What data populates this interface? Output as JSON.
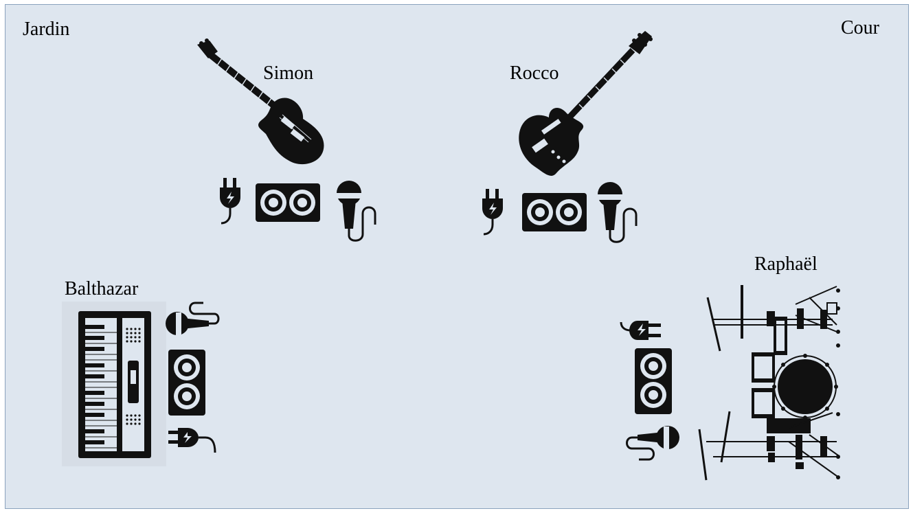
{
  "stage_labels": {
    "left": "Jardin",
    "right": "Cour"
  },
  "musicians": [
    {
      "name": "Simon",
      "instrument_icon": "electric-guitar-icon",
      "equipment": [
        "power-plug-icon",
        "speaker-cabinet-icon",
        "microphone-icon"
      ]
    },
    {
      "name": "Rocco",
      "instrument_icon": "bass-guitar-icon",
      "equipment": [
        "power-plug-icon",
        "speaker-cabinet-icon",
        "microphone-icon"
      ]
    },
    {
      "name": "Balthazar",
      "instrument_icon": "keyboard-icon",
      "equipment": [
        "microphone-icon",
        "speaker-cabinet-icon",
        "power-plug-icon"
      ]
    },
    {
      "name": "Raphaël",
      "instrument_icon": "drum-kit-icon",
      "equipment": [
        "power-plug-icon",
        "speaker-cabinet-icon",
        "microphone-icon"
      ]
    }
  ],
  "colors": {
    "stage_background": "#dee6ef",
    "stage_border": "#8aa2bd",
    "icon": "#111111"
  }
}
